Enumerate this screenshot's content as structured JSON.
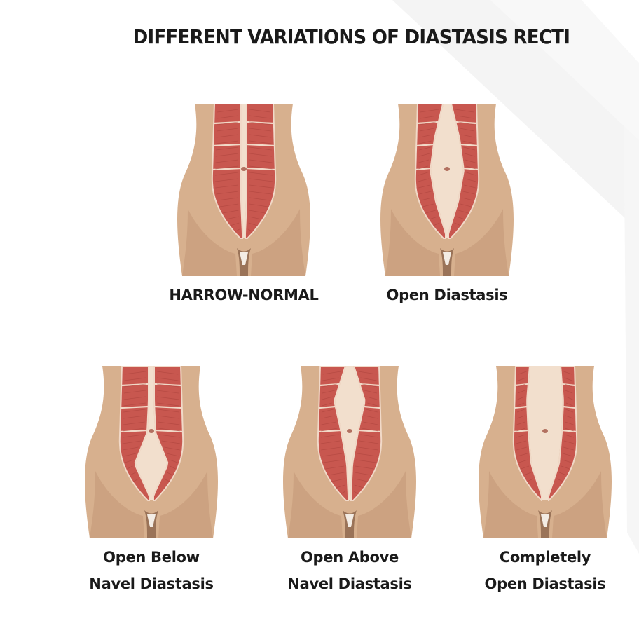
{
  "title": "DIFFERENT VARIATIONS OF DIASTASIS RECTI",
  "panels": [
    {
      "label": "HARROW-NORMAL",
      "variant": "normal"
    },
    {
      "label": "Open Diastasis",
      "variant": "open"
    },
    {
      "label": "Open Below\nNavel Diastasis",
      "variant": "open-below"
    },
    {
      "label": "Open Above\nNavel Diastasis",
      "variant": "open-above"
    },
    {
      "label": "Completely\nOpen Diastasis",
      "variant": "completely-open"
    }
  ],
  "colors": {
    "skin": "#d7b08e",
    "skin_shadow": "#bf9270",
    "muscle": "#c8574f",
    "muscle_line": "#f1d9c8",
    "linea_alba": "#f2dfcd",
    "background_swoosh": "#f3f3f3"
  }
}
